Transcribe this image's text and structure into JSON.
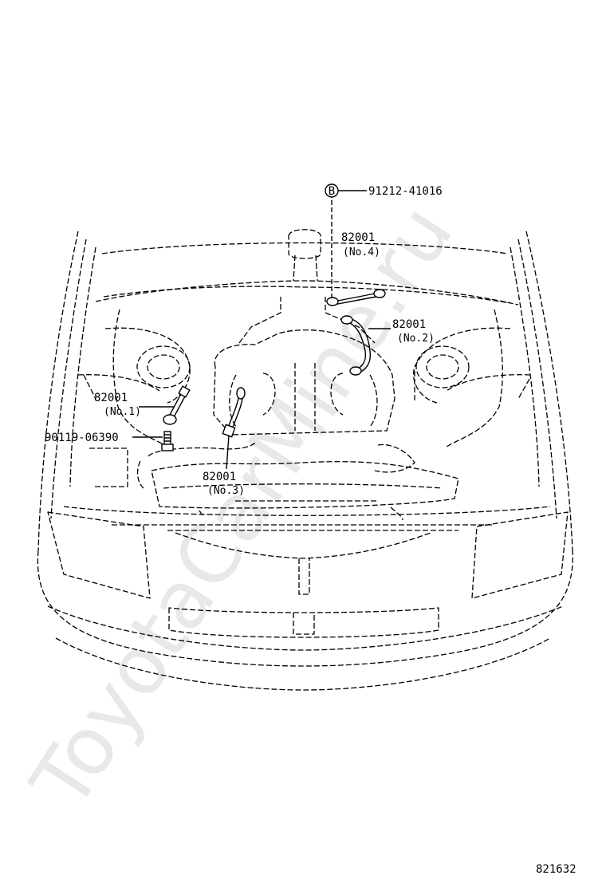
{
  "watermark": "ToyotaCarMine.ru",
  "callouts": {
    "bolt_b": {
      "marker": "B",
      "part_number": "91212-41016"
    },
    "ground_no4": {
      "part_number": "82001",
      "position": "(No.4)"
    },
    "ground_no2": {
      "part_number": "82001",
      "position": "(No.2)"
    },
    "ground_no1": {
      "part_number": "82001",
      "position": "(No.1)"
    },
    "bolt": {
      "part_number": "90119-06390"
    },
    "ground_no3": {
      "part_number": "82001",
      "position": "(No.3)"
    }
  },
  "figure_number": "821632"
}
